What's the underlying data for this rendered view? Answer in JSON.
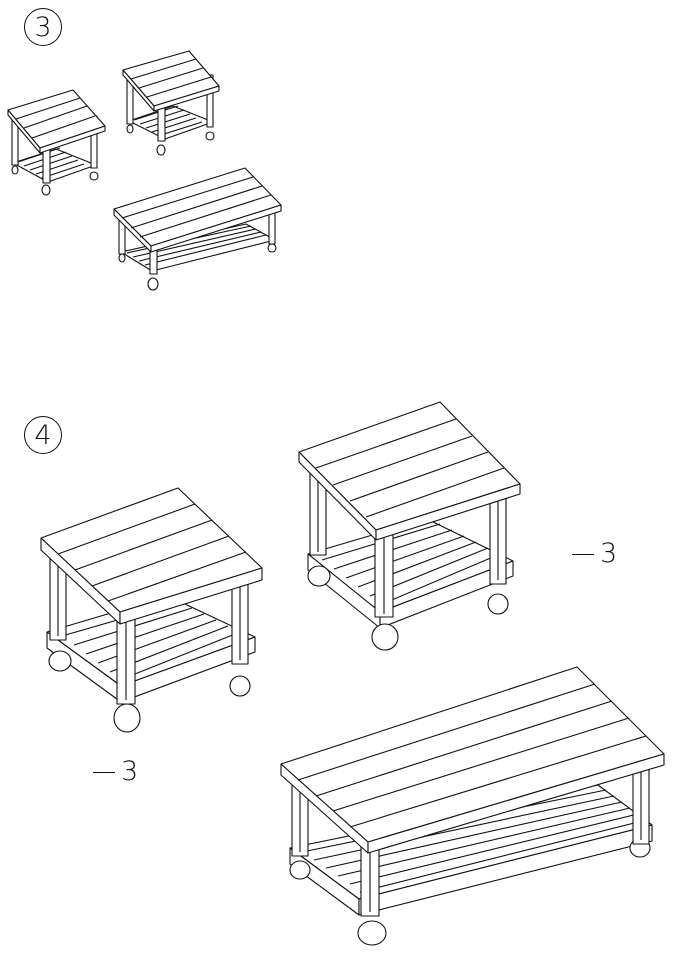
{
  "steps": [
    {
      "number": "3"
    },
    {
      "number": "4",
      "quantities": [
        "3",
        "3"
      ]
    }
  ],
  "colors": {
    "ink": "#111111",
    "paper": "#ffffff"
  }
}
